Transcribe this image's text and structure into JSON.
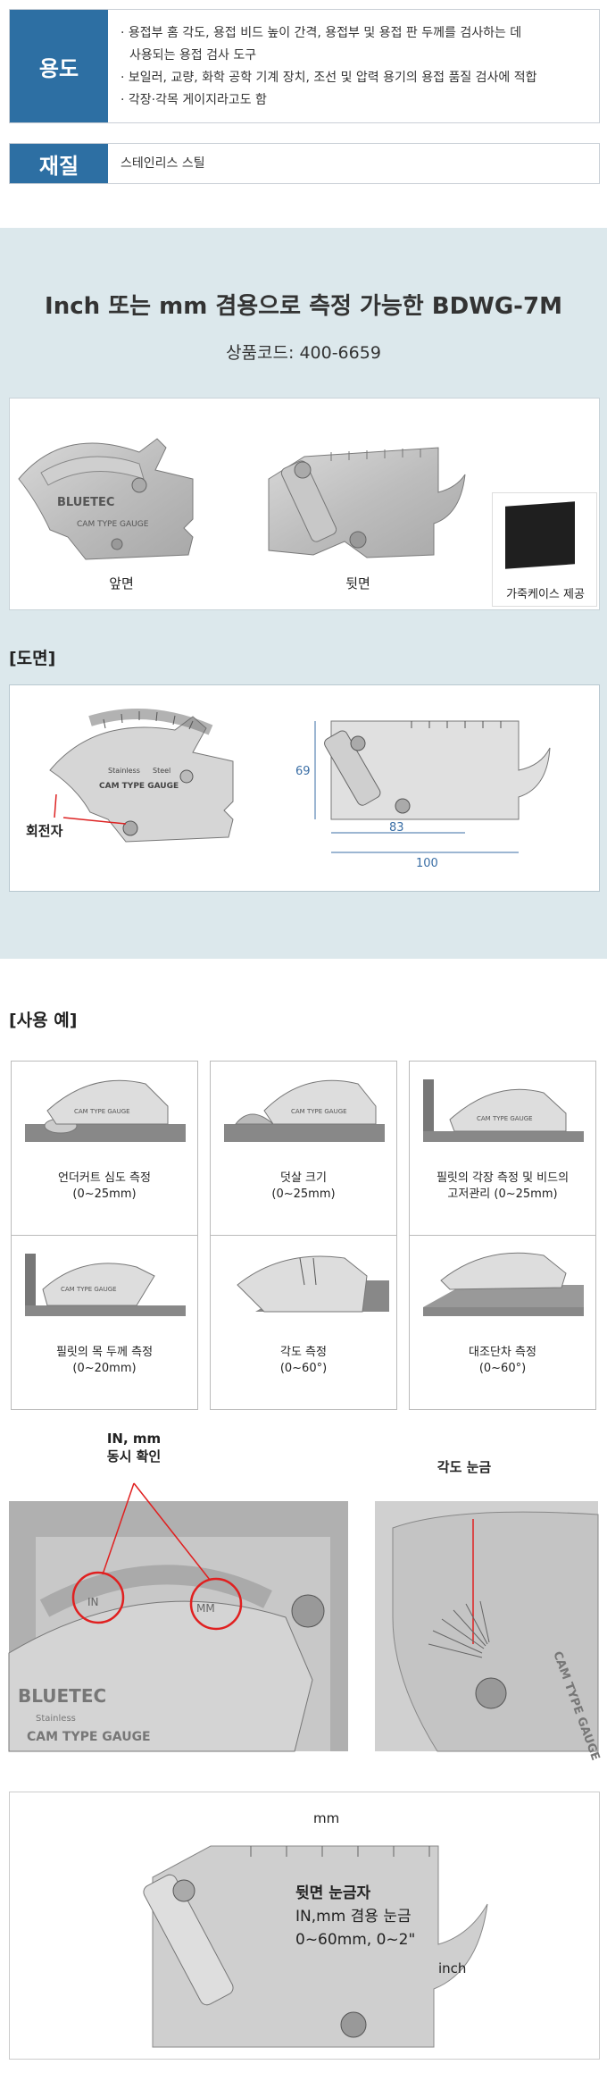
{
  "spec": {
    "use_label": "용도",
    "use_lines": [
      "· 용접부 홈 각도, 용접 비드 높이 간격, 용접부 및 용접 판 두께를 검사하는 데",
      "  사용되는 용접 검사 도구",
      "· 보일러, 교량, 화학 공학 기계 장치, 조선 및 압력 용기의 용접 품질 검사에 적합",
      "· 각장·각목 게이지라고도 함"
    ],
    "material_label": "재질",
    "material_value": "스테인리스 스틸"
  },
  "headline": "Inch 또는 mm 겸용으로 측정 가능한 BDWG-7M",
  "product_code": "상품코드: 400-6659",
  "product_views": {
    "front": "앞면",
    "back": "뒷면",
    "case": "가죽케이스 제공"
  },
  "gauge_print": {
    "brand": "BLUETEC",
    "stainless": "Stainless",
    "steel": "Steel",
    "cam": "CAM TYPE GAUGE"
  },
  "drawing": {
    "title": "[도면]",
    "rotator": "회전자",
    "dim_height": "69",
    "dim_inner": "83",
    "dim_outer": "100"
  },
  "usage": {
    "title": "[사용 예]",
    "items": [
      {
        "line1": "언더커트 심도 측정",
        "line2": "(0~25mm)"
      },
      {
        "line1": "덧살 크기",
        "line2": "(0~25mm)"
      },
      {
        "line1": "필릿의 각장 측정 및 비드의",
        "line2": "고저관리 (0~25mm)"
      },
      {
        "line1": "필릿의 목 두께 측정",
        "line2": "(0~20mm)"
      },
      {
        "line1": "각도 측정",
        "line2": "(0~60°)"
      },
      {
        "line1": "대조단차 측정",
        "line2": "(0~60°)"
      }
    ]
  },
  "detail": {
    "in_mm_l1": "IN, mm",
    "in_mm_l2": "동시 확인",
    "angle_scale": "각도 눈금",
    "mark_in": "IN",
    "mark_mm": "MM"
  },
  "back_scale": {
    "mm": "mm",
    "inch": "inch",
    "t1": "뒷면 눈금자",
    "t2": "IN,mm 겸용 눈금",
    "t3": "0~60mm, 0~2\""
  }
}
